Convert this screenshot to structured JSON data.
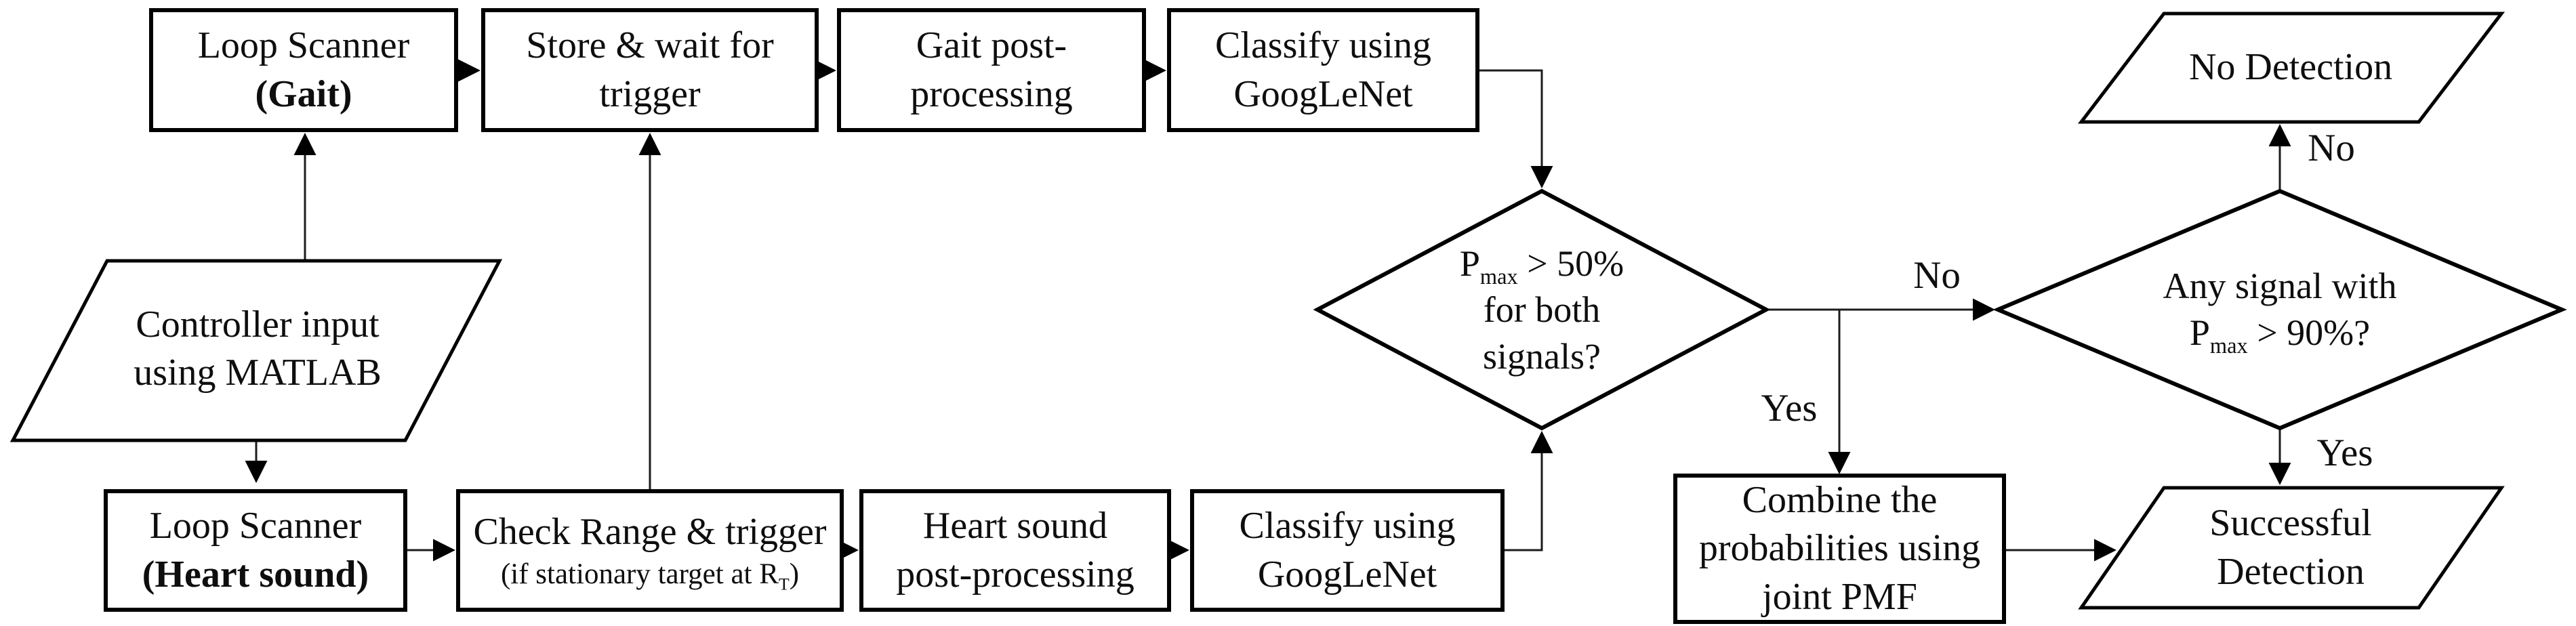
{
  "nodes": {
    "loop_scanner_gait": {
      "line1": "Loop Scanner",
      "line2": "(Gait)"
    },
    "store_wait": {
      "line1": "Store & wait for",
      "line2": "trigger"
    },
    "gait_post": {
      "line1": "Gait post-",
      "line2": "processing"
    },
    "classify_gait": {
      "line1": "Classify using",
      "line2": "GoogLeNet"
    },
    "controller_input": {
      "line1": "Controller input",
      "line2": "using MATLAB"
    },
    "loop_scanner_heart": {
      "line1": "Loop Scanner",
      "line2": "(Heart sound)"
    },
    "check_range": {
      "line1": "Check Range & trigger",
      "line2_pre": "(if stationary target at R",
      "line2_sub": "T",
      "line2_post": ")"
    },
    "heart_post": {
      "line1": "Heart sound",
      "line2": "post-processing"
    },
    "classify_heart": {
      "line1": "Classify using",
      "line2": "GoogLeNet"
    },
    "decision_pmax50": {
      "line1_pre": "P",
      "line1_sub": "max",
      "line1_post": " > 50%",
      "line2": "for both",
      "line3": "signals?"
    },
    "decision_pmax90": {
      "line1": "Any signal with",
      "line2_pre": "P",
      "line2_sub": "max",
      "line2_post": " > 90%?"
    },
    "no_detection": {
      "line1": "No Detection"
    },
    "combine_pmf": {
      "line1": "Combine the",
      "line2": "probabilities using",
      "line3": "joint PMF"
    },
    "successful_detection": {
      "line1": "Successful",
      "line2": "Detection"
    }
  },
  "edge_labels": {
    "pmax50_no": "No",
    "pmax50_yes": "Yes",
    "pmax90_no": "No",
    "pmax90_yes": "Yes"
  },
  "colors": {
    "background": "#ffffff",
    "shape_border": "#000000",
    "connector": "#1c1c1c",
    "text": "#0e0e0e"
  }
}
